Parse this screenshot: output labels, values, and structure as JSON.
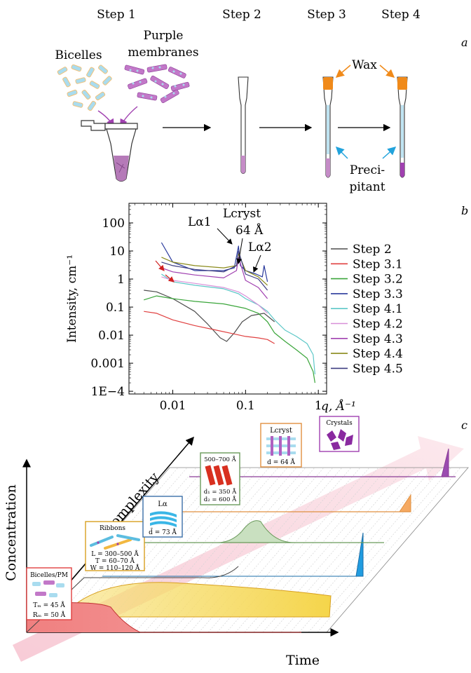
{
  "panel_a": {
    "steps": [
      "Step 1",
      "Step 2",
      "Step 3",
      "Step 4"
    ],
    "label": "a",
    "bicelles": "Bicelles",
    "purple_line1": "Purple",
    "purple_line2": "membranes",
    "wax": "Wax",
    "precip_line1": "Preci-",
    "precip_line2": "pitant"
  },
  "panel_b": {
    "label": "b",
    "chart_data": {
      "type": "line",
      "log_x": true,
      "log_y": true,
      "xlim": [
        0.0025,
        1.3
      ],
      "ylim": [
        8e-05,
        500
      ],
      "ylabel": "Intensity, cm⁻¹",
      "xlabel": "q, Å⁻¹",
      "x_ticks": [
        "0.01",
        "0.1",
        "1"
      ],
      "y_ticks": [
        "1E−4",
        "0.001",
        "0.01",
        "0.1",
        "1",
        "10",
        "100"
      ],
      "annotations": [
        "Lα1",
        "Lcryst",
        "64 Å",
        "Lα2"
      ],
      "legend_position": "right",
      "series": [
        {
          "name": "Step 2",
          "color": "#4d4d4d",
          "x": [
            0.004,
            0.006,
            0.01,
            0.02,
            0.03,
            0.045,
            0.055,
            0.07,
            0.09,
            0.12,
            0.18,
            0.25
          ],
          "y": [
            0.4,
            0.35,
            0.2,
            0.07,
            0.025,
            0.008,
            0.006,
            0.012,
            0.03,
            0.05,
            0.06,
            0.03
          ]
        },
        {
          "name": "Step 3.1",
          "color": "#e04040",
          "x": [
            0.004,
            0.006,
            0.01,
            0.02,
            0.04,
            0.07,
            0.1,
            0.15,
            0.2,
            0.25
          ],
          "y": [
            0.07,
            0.06,
            0.035,
            0.022,
            0.015,
            0.011,
            0.009,
            0.008,
            0.007,
            0.005
          ]
        },
        {
          "name": "Step 3.2",
          "color": "#3aa53a",
          "x": [
            0.004,
            0.006,
            0.01,
            0.02,
            0.05,
            0.1,
            0.15,
            0.2,
            0.25,
            0.35,
            0.5,
            0.7,
            0.85,
            0.9
          ],
          "y": [
            0.18,
            0.25,
            0.2,
            0.16,
            0.13,
            0.09,
            0.06,
            0.03,
            0.012,
            0.006,
            0.003,
            0.0015,
            0.0005,
            0.0002
          ]
        },
        {
          "name": "Step 3.3",
          "color": "#2a3a9c",
          "x": [
            0.007,
            0.01,
            0.02,
            0.05,
            0.07,
            0.08,
            0.085,
            0.1,
            0.14,
            0.17,
            0.18,
            0.2
          ],
          "y": [
            20,
            4,
            2,
            2,
            2.5,
            15,
            3,
            2,
            1.5,
            1.2,
            3,
            0.8
          ]
        },
        {
          "name": "Step 4.1",
          "color": "#5cc7c7",
          "x": [
            0.007,
            0.01,
            0.02,
            0.05,
            0.08,
            0.1,
            0.15,
            0.2,
            0.25,
            0.35,
            0.5,
            0.7,
            0.85,
            0.9
          ],
          "y": [
            1.5,
            0.8,
            0.6,
            0.45,
            0.3,
            0.2,
            0.12,
            0.07,
            0.035,
            0.015,
            0.009,
            0.005,
            0.002,
            0.0004
          ]
        },
        {
          "name": "Step 4.2",
          "color": "#d890d8",
          "x": [
            0.007,
            0.01,
            0.02,
            0.05,
            0.08,
            0.1,
            0.15,
            0.2
          ],
          "y": [
            1.2,
            0.9,
            0.7,
            0.5,
            0.35,
            0.25,
            0.12,
            0.06
          ]
        },
        {
          "name": "Step 4.3",
          "color": "#a040b0",
          "x": [
            0.007,
            0.01,
            0.02,
            0.05,
            0.075,
            0.08,
            0.1,
            0.15,
            0.2
          ],
          "y": [
            2.5,
            1.8,
            1.4,
            1.1,
            2,
            6,
            0.9,
            0.5,
            0.2
          ]
        },
        {
          "name": "Step 4.4",
          "color": "#8a8a1a",
          "x": [
            0.007,
            0.01,
            0.02,
            0.05,
            0.075,
            0.08,
            0.1,
            0.15,
            0.2
          ],
          "y": [
            6,
            4,
            3,
            2.5,
            3,
            8,
            2,
            1.2,
            0.6
          ]
        },
        {
          "name": "Step 4.5",
          "color": "#3c3c80",
          "x": [
            0.007,
            0.01,
            0.02,
            0.05,
            0.075,
            0.08,
            0.1,
            0.15,
            0.2
          ],
          "y": [
            4,
            3,
            2.2,
            1.8,
            3,
            10,
            1.5,
            1,
            0.4
          ]
        }
      ]
    }
  },
  "panel_c": {
    "label": "c",
    "concentration": "Concentration",
    "complexity": "Complexity",
    "time": "Time",
    "boxes": {
      "bicelles": {
        "title": "Bicelles/PM",
        "l1": "Tₘ = 45 Å",
        "l2": "Rₘ = 50 Å"
      },
      "ribbons": {
        "title": "Ribbons",
        "l1": "L = 300–500 Å",
        "l2": "T = 60–70 Å",
        "l3": "W = 110–120 Å"
      },
      "lalpha": {
        "title": "Lα",
        "l1": "d̄ = 73 Å"
      },
      "range": {
        "title": "500–700 Å",
        "l1": "d₁ = 350 Å",
        "l2": "d₂ = 600 Å"
      },
      "lcryst": {
        "title": "Lcryst",
        "l1": "d = 64 Å"
      },
      "crystals": {
        "title": "Crystals"
      }
    }
  }
}
